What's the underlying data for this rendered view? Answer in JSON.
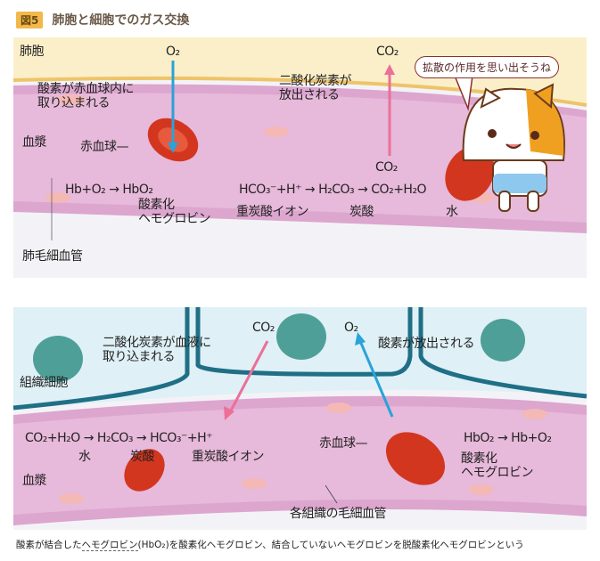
{
  "header": {
    "badge": "図5",
    "title": "肺胞と細胞でのガス交換"
  },
  "top": {
    "alveolus": "肺胞",
    "o2": "O₂",
    "co2_top": "CO₂",
    "bubble": "拡散の作用を思い出そうね",
    "o2_in_1": "酸素が赤血球内に",
    "o2_in_2": "取り込まれる",
    "co2_out_1": "二酸化炭素が",
    "co2_out_2": "放出される",
    "plasma": "血漿",
    "rbc": "赤血球—",
    "co2_mid": "CO₂",
    "eq1": "Hb+O₂ → HbO₂",
    "eq2": "HCO₃⁻+H⁺ → H₂CO₃ → CO₂+H₂O",
    "oxyhb_1": "酸素化",
    "oxyhb_2": "ヘモグロビン",
    "bicarb": "重炭酸イオン",
    "carbonic": "炭酸",
    "water": "水",
    "capillary": "肺毛細血管"
  },
  "bottom": {
    "co2": "CO₂",
    "o2": "O₂",
    "co2_in_1": "二酸化炭素が血液に",
    "co2_in_2": "取り込まれる",
    "o2_out": "酸素が放出される",
    "tissue": "組織細胞",
    "eq1": "CO₂+H₂O → H₂CO₃ → HCO₃⁻+H⁺",
    "water": "水",
    "carbonic": "炭酸",
    "bicarb": "重炭酸イオン",
    "rbc": "赤血球—",
    "eq2": "HbO₂ → Hb+O₂",
    "oxyhb_1": "酸素化",
    "oxyhb_2": "ヘモグロビン",
    "plasma": "血漿",
    "capillary": "各組織の毛細血管"
  },
  "caption": {
    "pre": "酸素が結合した",
    "u": "ヘモグロビン",
    "post": "(HbO₂)を酸素化ヘモグロビン、結合していないヘモグロビンを脱酸素化ヘモグロビンという"
  }
}
